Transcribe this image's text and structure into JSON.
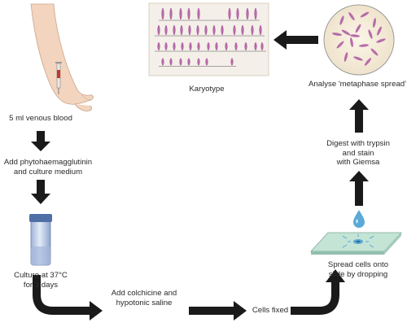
{
  "steps": {
    "blood": "5 ml venous blood",
    "add_pha": "Add phytohaemagglutinin\nand culture medium",
    "culture": "Culture at 37°C\nfor 3 days",
    "colchicine": "Add colchicine and\nhypotonic saline",
    "fixed": "Cells fixed",
    "spread": "Spread cells onto\nslide by dropping",
    "digest": "Digest with trypsin\nand stain\nwith Giemsa",
    "analyse": "Analyse 'metaphase spread'",
    "karyotype": "Karyotype"
  },
  "colors": {
    "arrow": "#1a1a1a",
    "chromosome": "#b56aa8",
    "karyotype_bg": "#f4f0e9",
    "skin": "#f3d4bf",
    "tube_body": "#c9d6ec",
    "tube_cap": "#4f6fa6",
    "slide": "#c4e4d6",
    "droplet": "#5aa9d6"
  }
}
